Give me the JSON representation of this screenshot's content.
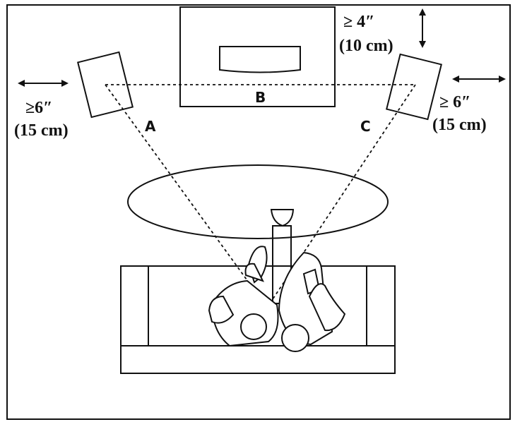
{
  "labels": {
    "speaker_left": "A",
    "tv": "B",
    "speaker_right": "C"
  },
  "clearance": {
    "left_line1": "≥6″",
    "left_line2": "(15 cm)",
    "right_line1": "≥ 6″",
    "right_line2": "(15 cm)",
    "top_line1": "≥ 4″",
    "top_line2": "(10 cm)"
  },
  "colors": {
    "ink": "#111111",
    "background": "#ffffff"
  }
}
